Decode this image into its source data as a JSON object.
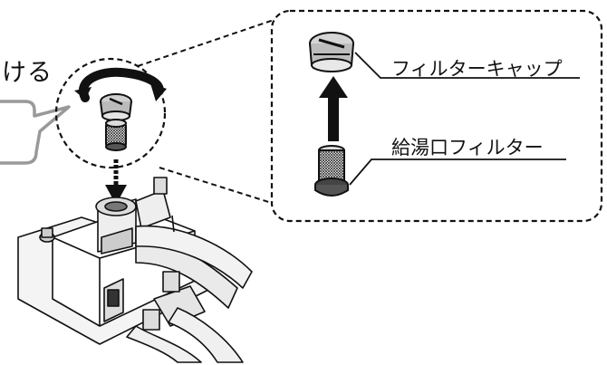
{
  "heading": {
    "partial_text": "ける"
  },
  "labels": {
    "filter_cap": "フィルターキャップ",
    "supply_filter": "給湯口フィルター"
  },
  "icons": {
    "rotate": "rotate-arrow-icon",
    "down": "arrow-down-icon",
    "up": "arrow-up-icon",
    "callout": "speech-bubble-icon"
  },
  "colors": {
    "line": "#111111",
    "background": "#ffffff",
    "gray": "#888888"
  }
}
